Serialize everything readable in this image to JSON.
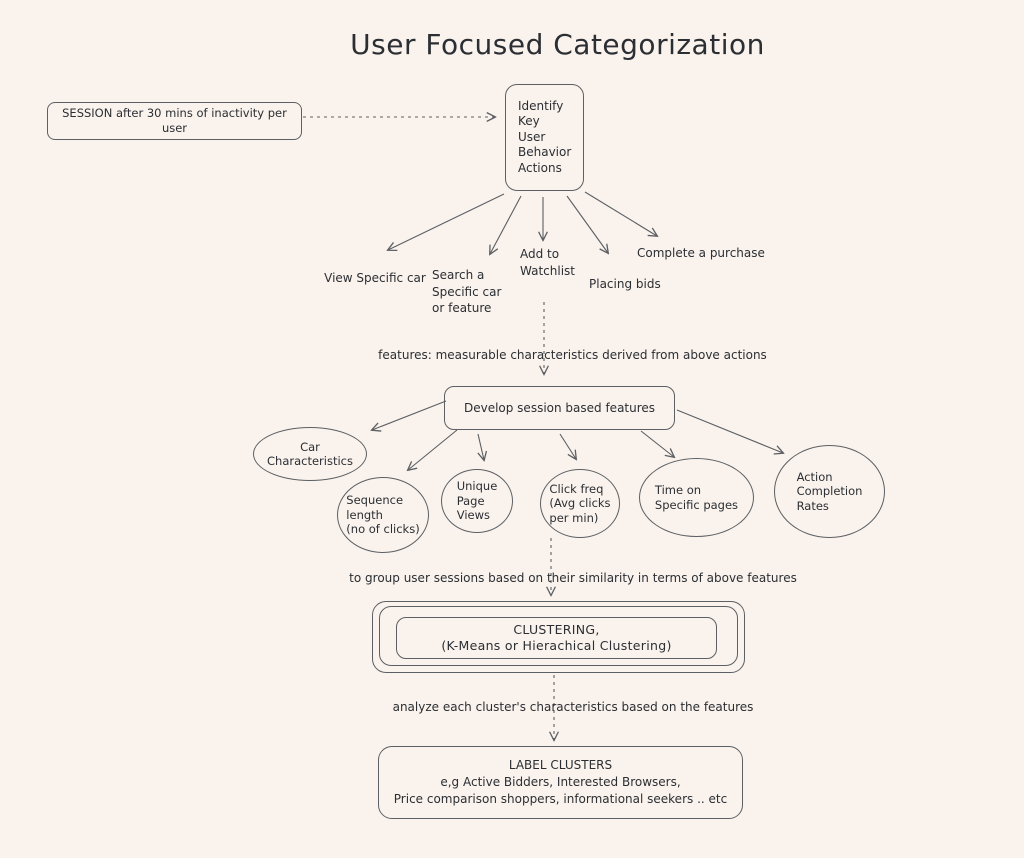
{
  "title": "User Focused Categorization",
  "colors": {
    "background": "#FAF3ED",
    "stroke": "#5C5F63",
    "text": "#2B2E33"
  },
  "notes": {
    "session": "SESSION after 30 mins of inactivity per user",
    "features": "features: measurable characteristics derived from above actions",
    "grouping": "to group user sessions based on their similarity in terms of above features",
    "analyze": "analyze each cluster's characteristics based on the features"
  },
  "nodes": {
    "identify": "Identify\nKey\nUser\nBehavior\nActions",
    "develop": "Develop session based features",
    "clustering_title": "CLUSTERING,",
    "clustering_sub": "(K-Means or Hierachical Clustering)",
    "label_title": "LABEL CLUSTERS",
    "label_line2": "e,g Active Bidders, Interested Browsers,",
    "label_line3": "Price comparison shoppers, informational seekers .. etc"
  },
  "actions": {
    "view": "View Specific car",
    "search": "Search a\nSpecific car\nor feature",
    "watchlist": "Add to\nWatchlist",
    "bids": "Placing bids",
    "purchase": "Complete a purchase"
  },
  "features": {
    "car": "Car\nCharacteristics",
    "sequence": "Sequence\nlength\n(no of clicks)",
    "unique": "Unique\nPage\nViews",
    "click": "Click freq\n(Avg clicks\nper min)",
    "time": "Time on\nSpecific pages",
    "action": "Action\nCompletion\nRates"
  }
}
